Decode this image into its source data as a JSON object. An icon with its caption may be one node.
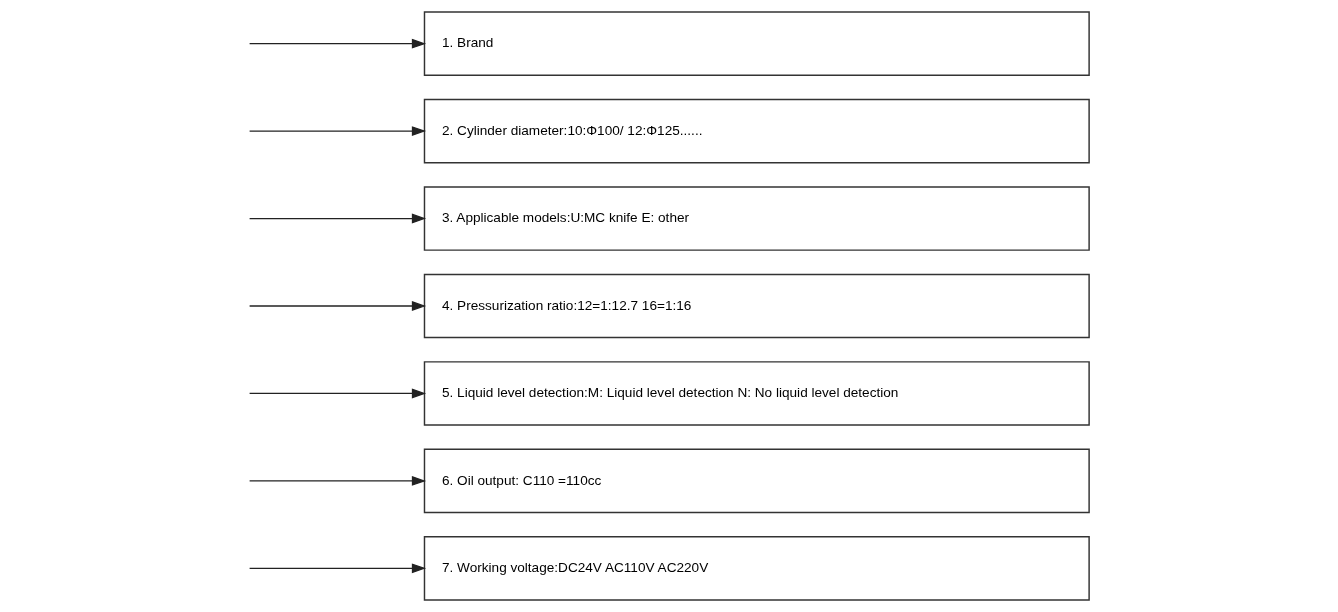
{
  "diagram": {
    "nodes": [
      {
        "text": [
          "1. Brand"
        ]
      },
      {
        "text": [
          "2. Cylinder diameter:10:Φ100/ 12:Φ125......"
        ]
      },
      {
        "text": [
          "3. Applicable models:U:MC knife E: other"
        ]
      },
      {
        "text": [
          "4. Pressurization ratio:12=1:12.7 16=1:16"
        ]
      },
      {
        "text": [
          "5. Liquid level detection:M: Liquid level detection N: No liquid level detection"
        ]
      },
      {
        "text": [
          "6. Oil output: C110 =110cc"
        ]
      },
      {
        "text": [
          "7. Working voltage:DC24V AC110V AC220V"
        ]
      }
    ],
    "edges": [
      {
        "from": null,
        "to": 0,
        "arrow": "to"
      },
      {
        "from": null,
        "to": 1,
        "arrow": "to"
      },
      {
        "from": null,
        "to": 2,
        "arrow": "to"
      },
      {
        "from": null,
        "to": 3,
        "arrow": "to"
      },
      {
        "from": null,
        "to": 4,
        "arrow": "to"
      },
      {
        "from": null,
        "to": 5,
        "arrow": "to"
      },
      {
        "from": null,
        "to": 6,
        "arrow": "to"
      }
    ]
  }
}
